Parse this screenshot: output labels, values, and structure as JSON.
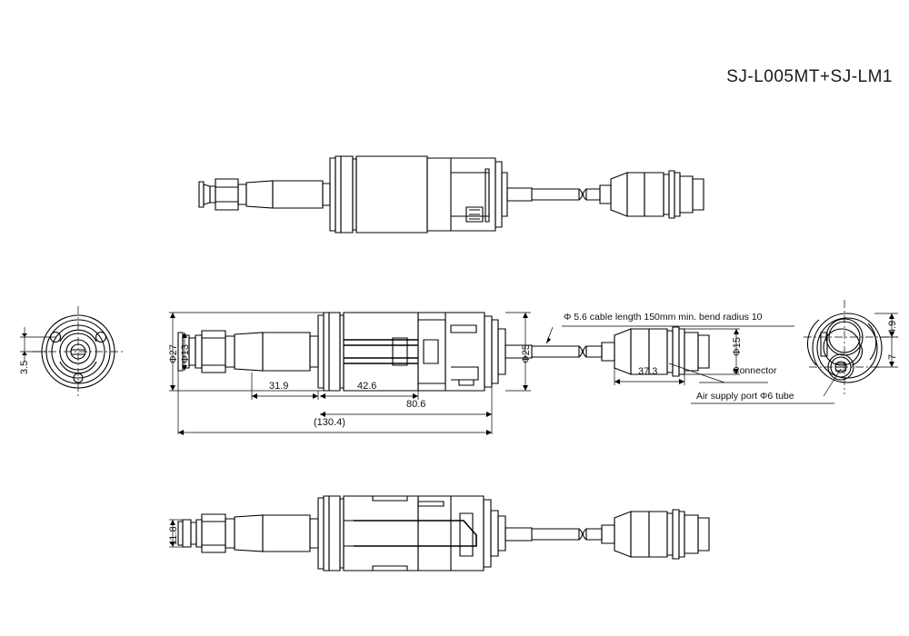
{
  "drawing": {
    "title": "SJ-L005MT+SJ-LM1",
    "note_cable": "Φ 5.6  cable length 150mm  min. bend radius 10",
    "note_connector": "Connector",
    "note_air": "Air supply port Φ6 tube",
    "dim_31_9": "31.9",
    "dim_42_6": "42.6",
    "dim_80_6": "80.6",
    "dim_130_4": "(130.4)",
    "dim_37_3": "37.3",
    "dia_27": "Φ27",
    "dia_13": "Φ13",
    "dia_25": "Φ25",
    "dia_15": "Φ15",
    "dim_3_5": "3.5",
    "dim_4_9": "4.9",
    "dim_7": "7",
    "dim_11_8": "11.8"
  }
}
